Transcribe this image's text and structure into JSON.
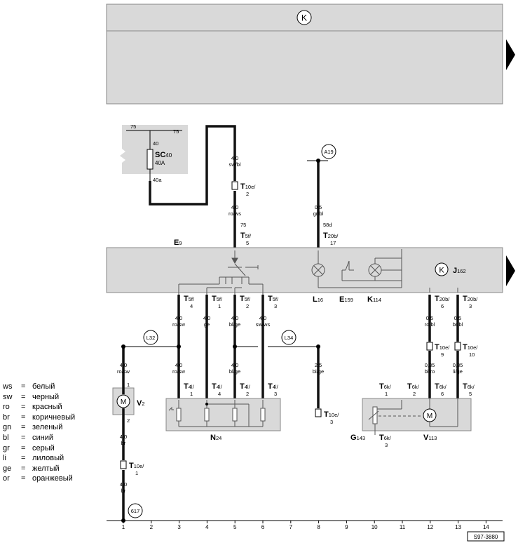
{
  "symbol_k": "K",
  "legend": [
    {
      "abbr": "ws",
      "meaning": "белый"
    },
    {
      "abbr": "sw",
      "meaning": "черный"
    },
    {
      "abbr": "ro",
      "meaning": "красный"
    },
    {
      "abbr": "br",
      "meaning": "коричневый"
    },
    {
      "abbr": "gn",
      "meaning": "зеленый"
    },
    {
      "abbr": "bl",
      "meaning": "синий"
    },
    {
      "abbr": "gr",
      "meaning": "серый"
    },
    {
      "abbr": "li",
      "meaning": "лиловый"
    },
    {
      "abbr": "ge",
      "meaning": "желтый"
    },
    {
      "abbr": "or",
      "meaning": "оранжевый"
    }
  ],
  "fuse": {
    "bus_left": "75",
    "bus_right": "75",
    "in_pin": "40",
    "name": "SC",
    "sub": "40",
    "rating": "40A",
    "out_pin": "40a"
  },
  "wires": {
    "w5_top": {
      "size": "4,0",
      "color": "sw/bl"
    },
    "w5_mid": {
      "size": "4,0",
      "color": "ro/ws"
    },
    "w8_top": {
      "size": "0,5",
      "color": "gr/bl"
    },
    "w1": {
      "size": "4,0",
      "color": "ro/sw"
    },
    "w1_low": {
      "size": "4,0",
      "color": "br"
    },
    "w1_bot": {
      "size": "4,0",
      "color": "br"
    },
    "w3_a": {
      "size": "4,0",
      "color": "ro/sw"
    },
    "w3_b": {
      "size": "4,0",
      "color": "ro/sw"
    },
    "w4": {
      "size": "4,0",
      "color": "ge"
    },
    "w5_a": {
      "size": "4,0",
      "color": "bl/ge"
    },
    "w5_b": {
      "size": "4,0",
      "color": "bl/ge"
    },
    "w6": {
      "size": "4,0",
      "color": "sw/ws"
    },
    "w8": {
      "size": "2,5",
      "color": "bl/ge"
    },
    "w12_a": {
      "size": "0,5",
      "color": "ro/bl"
    },
    "w12_b": {
      "size": "0,35",
      "color": "bl/ro"
    },
    "w13_a": {
      "size": "0,5",
      "color": "br/bl"
    },
    "w13_b": {
      "size": "0,35",
      "color": "li/ge"
    }
  },
  "connectors": {
    "t10e_2": {
      "name": "T",
      "sub": "10e/",
      "pin": "2"
    },
    "t5f_5": {
      "pin_top": "75",
      "name": "T",
      "sub": "5f/",
      "pin": "5"
    },
    "t20b_17": {
      "pin_top": "58d",
      "name": "T",
      "sub": "20b/",
      "pin": "17"
    },
    "t5f_4": {
      "name": "T",
      "sub": "5f/",
      "pin": "4"
    },
    "t5f_1": {
      "name": "T",
      "sub": "5f/",
      "pin": "1"
    },
    "t5f_2": {
      "name": "T",
      "sub": "5f/",
      "pin": "2"
    },
    "t5f_3": {
      "name": "T",
      "sub": "5f/",
      "pin": "3"
    },
    "t20b_6": {
      "name": "T",
      "sub": "20b/",
      "pin": "6"
    },
    "t20b_3": {
      "name": "T",
      "sub": "20b/",
      "pin": "3"
    },
    "t10e_9": {
      "name": "T",
      "sub": "10e/",
      "pin": "9"
    },
    "t10e_10": {
      "name": "T",
      "sub": "10e/",
      "pin": "10"
    },
    "t4l_1": {
      "name": "T",
      "sub": "4l/",
      "pin": "1"
    },
    "t4l_4": {
      "name": "T",
      "sub": "4l/",
      "pin": "4"
    },
    "t4l_2": {
      "name": "T",
      "sub": "4l/",
      "pin": "2"
    },
    "t4l_3": {
      "name": "T",
      "sub": "4l/",
      "pin": "3"
    },
    "t10e_3": {
      "name": "T",
      "sub": "10e/",
      "pin": "3"
    },
    "t10e_1": {
      "name": "T",
      "sub": "10e/",
      "pin": "1"
    },
    "t6k_1": {
      "name": "T",
      "sub": "6k/",
      "pin": "1"
    },
    "t6k_2": {
      "name": "T",
      "sub": "6k/",
      "pin": "2"
    },
    "t6k_6": {
      "name": "T",
      "sub": "6k/",
      "pin": "6"
    },
    "t6k_5": {
      "name": "T",
      "sub": "6k/",
      "pin": "5"
    },
    "t6k_3": {
      "name": "T",
      "sub": "6k/",
      "pin": "3"
    }
  },
  "components": {
    "e9": {
      "name": "E",
      "sub": "9"
    },
    "l16": {
      "name": "L",
      "sub": "16"
    },
    "e159": {
      "name": "E",
      "sub": "159"
    },
    "k114": {
      "name": "K",
      "sub": "114"
    },
    "j162": {
      "name": "J",
      "sub": "162"
    },
    "v2": {
      "name": "V",
      "sub": "2",
      "motor": "M",
      "pin_top": "1",
      "pin_bot": "2"
    },
    "n24": {
      "name": "N",
      "sub": "24"
    },
    "g143": {
      "name": "G",
      "sub": "143"
    },
    "v113": {
      "name": "V",
      "sub": "113",
      "motor": "M"
    }
  },
  "references": {
    "a19": "A19",
    "l32": "L32",
    "l34": "L34",
    "g617": "617"
  },
  "ruler": [
    "1",
    "2",
    "3",
    "4",
    "5",
    "6",
    "7",
    "8",
    "9",
    "10",
    "11",
    "12",
    "13",
    "14"
  ],
  "drawing_id": "S97-3880"
}
